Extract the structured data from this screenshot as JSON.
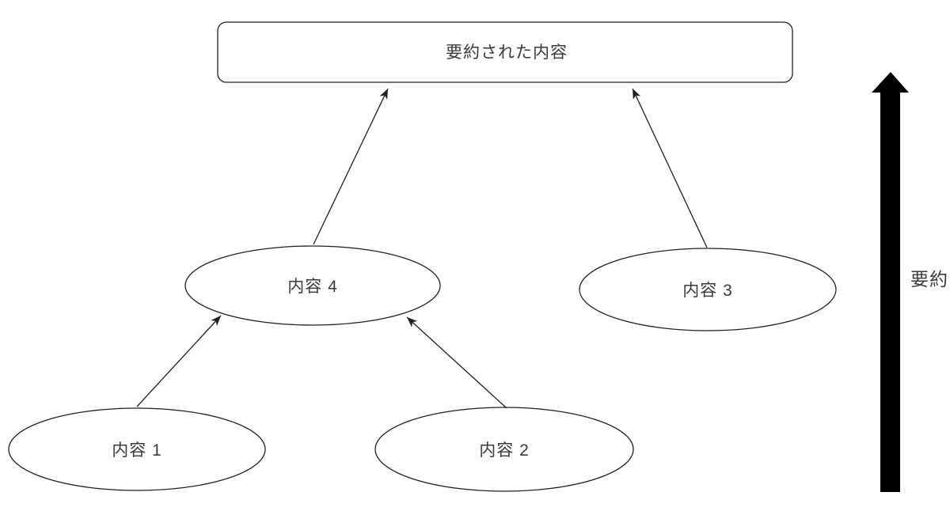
{
  "diagram": {
    "background_color": "#ffffff",
    "line_color": "#1f1f1f",
    "text_color": "#3a3a3a",
    "thick_arrow_color": "#000000",
    "summary_box": {
      "label": "要約された内容"
    },
    "nodes": [
      {
        "id": "content-1",
        "shape": "ellipse",
        "label": "内容 1"
      },
      {
        "id": "content-2",
        "shape": "ellipse",
        "label": "内容 2"
      },
      {
        "id": "content-3",
        "shape": "ellipse",
        "label": "内容 3"
      },
      {
        "id": "content-4",
        "shape": "ellipse",
        "label": "内容 4"
      }
    ],
    "edges": [
      {
        "from": "内容 1",
        "to": "内容 4"
      },
      {
        "from": "内容 2",
        "to": "内容 4"
      },
      {
        "from": "内容 4",
        "to": "要約された内容"
      },
      {
        "from": "内容 3",
        "to": "要約された内容"
      }
    ],
    "side_arrow": {
      "label": "要約",
      "direction": "up"
    }
  }
}
